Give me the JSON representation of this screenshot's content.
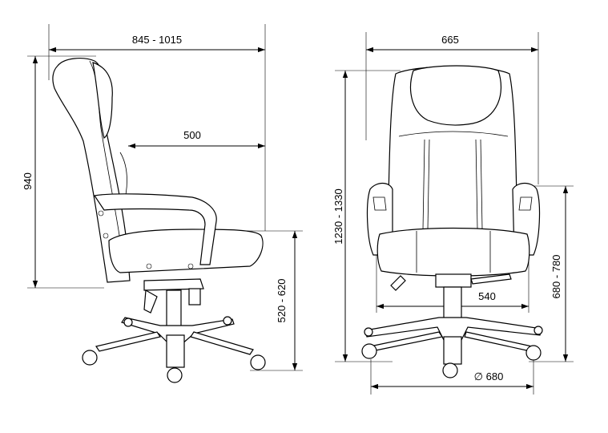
{
  "side_view": {
    "depth_range": "845 - 1015",
    "seat_depth": "500",
    "overall_height": "940",
    "seat_height_range": "520 - 620"
  },
  "front_view": {
    "overall_width": "665",
    "total_height_range": "1230 - 1330",
    "armrest_height_range": "680 - 780",
    "seat_width": "540",
    "base_diameter": "∅ 680"
  }
}
